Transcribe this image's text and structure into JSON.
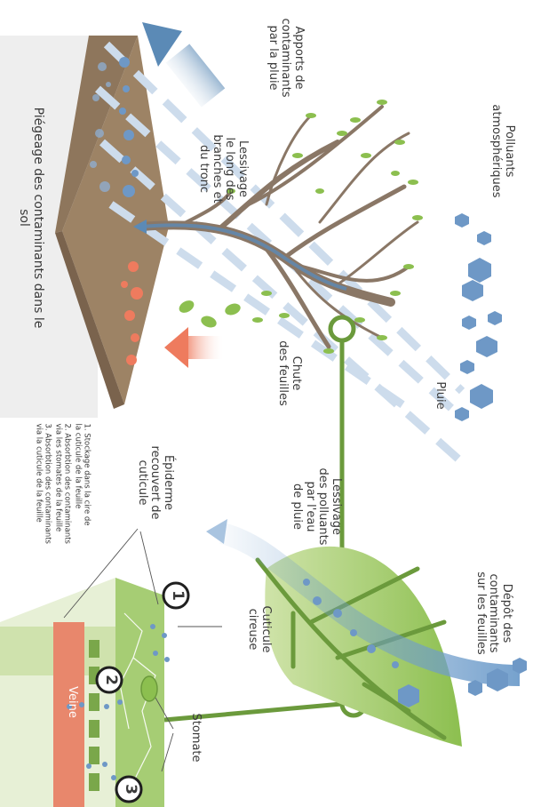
{
  "labels": {
    "atmospheric_pollutants": "Polluants\natmosphériques",
    "rain_inputs": "Apports de\ncontaminants\npar la pluie",
    "washoff_branches": "Lessivage\nle long des\nbranches et\ndu tronc",
    "leaf_fall": "Chute\ndes feuilles",
    "rain": "Pluie",
    "soil_trapping": "Piégeage des contaminants dans le sol",
    "washoff_rainwater": "Lessivage\ndes polluants\npar l'eau\nde pluie",
    "leaf_deposition": "Dépôt des\ncontaminants\nsur les feuilles",
    "waxy_cuticle": "Cuticule\ncireuse",
    "epidermis": "Épiderme\nrecouvert de\ncuticule",
    "stomate": "Stomate",
    "vein": "Veine"
  },
  "steps": [
    {
      "number": "1",
      "text": "1. Stockage dans la cire de\nla cuticule de la feuille"
    },
    {
      "number": "2",
      "text": "2. Absorbtion des contaminants\nvia les stomates de la feuille"
    },
    {
      "number": "3",
      "text": "3. Absorbtion des contaminants\nvia la cuticule de la feuille"
    }
  ],
  "colors": {
    "ground_light": "#efefef",
    "soil_top": "#9d8365",
    "soil_side": "#7e6650",
    "trunk": "#8a7766",
    "leaf_green": "#8cbf4f",
    "stem_green": "#6b9a3c",
    "particle_blue": "#6e98c6",
    "arrow_blue": "#5b8ab6",
    "arrow_orange": "#ee7b5e",
    "vein": "#e8876c"
  }
}
